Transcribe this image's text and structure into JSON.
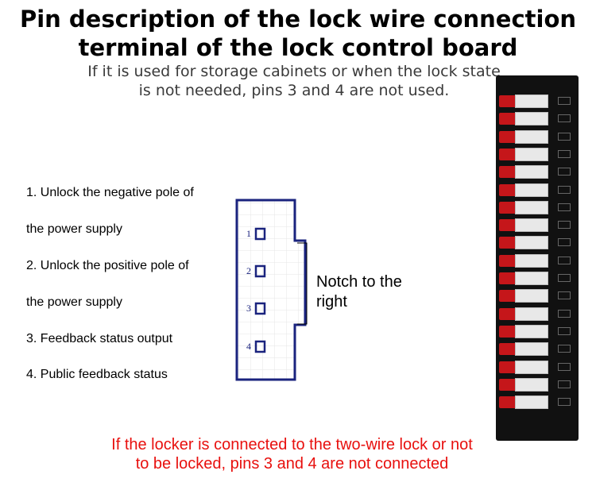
{
  "header": {
    "title_line1": "Pin description of the lock wire connection",
    "title_line2": "terminal of the lock control board",
    "subtitle_line1": "If it is used for storage cabinets or when the lock state",
    "subtitle_line2": "is not needed, pins 3 and 4 are not used."
  },
  "pins": {
    "line1": "1. Unlock the negative pole of",
    "line2": "the power supply",
    "line3": "2. Unlock the positive pole of",
    "line4": "the power supply",
    "line5": "3. Feedback status output",
    "line6": "4. Public feedback status"
  },
  "connector": {
    "pin_numbers": [
      "1",
      "2",
      "3",
      "4"
    ],
    "color": "#1a237e",
    "notch_label_line1": "Notch to the",
    "notch_label_line2": "right"
  },
  "footer": {
    "warning_line1": "If the locker is connected to the two-wire lock or not",
    "warning_line2": "to be locked, pins 3 and 4 are not connected",
    "warning_color": "#e8100e"
  },
  "board": {
    "connector_count": 18,
    "connector_colors": [
      "#c5161a",
      "#e8e8e8"
    ]
  }
}
